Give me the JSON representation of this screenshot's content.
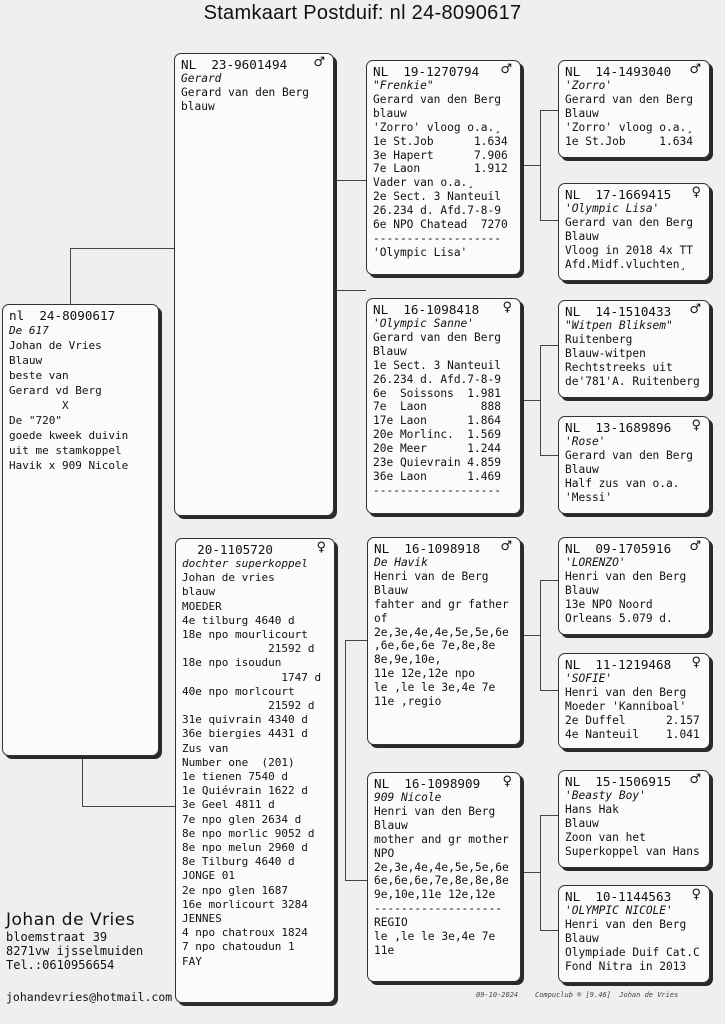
{
  "title": "Stamkaart Postduif: nl  24-8090617",
  "cards": {
    "subject": {
      "head": "nl  24-8090617",
      "sex": "",
      "name": "De 617",
      "lines": [
        "Johan de Vries",
        "Blauw",
        "",
        "beste van",
        "Gerard vd Berg",
        "",
        "        X",
        "",
        "De \"720\"",
        "goede kweek duivin",
        "uit me stamkoppel",
        "Havik x 909 Nicole"
      ]
    },
    "father": {
      "head": "NL  23-9601494",
      "sex": "♂",
      "name": "Gerard",
      "lines": [
        "Gerard van den Berg",
        "blauw"
      ]
    },
    "mother": {
      "head": "  20-1105720",
      "sex": "♀",
      "name": "dochter superkoppel",
      "lines": [
        "Johan de vries",
        "blauw",
        "MOEDER",
        "4e tilburg 4640 d",
        "18e npo mourlicourt",
        "             21592 d",
        "18e npo isoudun",
        "               1747 d",
        "40e npo morlcourt",
        "             21592 d",
        "31e quivrain 4340 d",
        "36e biergies 4431 d",
        "Zus van",
        "Number one  (201)",
        "1e tienen 7540 d",
        "1e Quiévrain 1622 d",
        "3e Geel 4811 d",
        "7e npo glen 2634 d",
        "8e npo morlic 9052 d",
        "8e npo melun 2960 d",
        "8e Tilburg 4640 d",
        "JONGE 01",
        "2e npo glen 1687",
        "16e morlicourt 3284",
        "JENNES",
        "4 npo chatroux 1824",
        "7 npo chatoudun 1",
        "FAY"
      ]
    },
    "ff": {
      "head": "NL  19-1270794",
      "sex": "♂",
      "name": "\"Frenkie\"",
      "lines": [
        "Gerard van den Berg",
        "blauw",
        "'Zorro' vloog o.a.¸",
        "1e St.Job      1.634",
        "3e Hapert      7.906",
        "7e Laon        1.912",
        "Vader van o.a.¸",
        "2e Sect. 3 Nanteuil",
        "26.234 d. Afd.7-8-9",
        "6e NPO Chatead  7270",
        "-------------------",
        "'Olympic Lisa'"
      ]
    },
    "fm": {
      "head": "NL  16-1098418",
      "sex": "♀",
      "name": "'Olympic Sanne'",
      "lines": [
        "Gerard van den Berg",
        "Blauw",
        "1e Sect. 3 Nanteuil",
        "26.234 d. Afd.7-8-9",
        "6e  Soissons  1.981",
        "7e  Laon        888",
        "17e Laon      1.864",
        "20e Morlinc.  1.569",
        "20e Meer      1.244",
        "23e Quievrain 4.859",
        "36e Laon      1.469",
        "-------------------"
      ]
    },
    "mf": {
      "head": "NL  16-1098918",
      "sex": "♂",
      "name": "De Havik",
      "lines": [
        "Henri van de Berg",
        "Blauw",
        "fahter and gr father",
        "of",
        "2e,3e,4e,4e,5e,5e,6e",
        ",6e,6e,6e 7e,8e,8e",
        "8e,9e,10e,",
        "11e 12e,12e npo",
        "",
        "le ,le le 3e,4e 7e",
        "11e ,regio"
      ]
    },
    "mm": {
      "head": "NL  16-1098909",
      "sex": "♀",
      "name": "909 Nicole",
      "lines": [
        "Henri van den Berg",
        "Blauw",
        "mother and gr mother",
        "",
        "NPO",
        "2e,3e,4e,4e,5e,5e,6e",
        "6e,6e,6e,7e,8e,8e,8e",
        "9e,10e,11e 12e,12e",
        "-------------------",
        "REGIO",
        "le ,le le 3e,4e 7e",
        "11e"
      ]
    },
    "fff": {
      "head": "NL  14-1493040",
      "sex": "♂",
      "name": "'Zorro'",
      "lines": [
        "Gerard van den Berg",
        "Blauw",
        "'Zorro' vloog o.a.¸",
        "1e St.Job     1.634"
      ]
    },
    "ffm": {
      "head": "NL  17-1669415",
      "sex": "♀",
      "name": "'Olympic Lisa'",
      "lines": [
        "Gerard van den Berg",
        "Blauw",
        "Vloog in 2018 4x TT",
        "Afd.Midf.vluchten¸"
      ]
    },
    "fmf": {
      "head": "NL  14-1510433",
      "sex": "♂",
      "name": "\"Witpen Bliksem\"",
      "lines": [
        "Ruitenberg",
        "Blauw-witpen",
        "Rechtstreeks uit",
        "de'781'A. Ruitenberg"
      ]
    },
    "fmm": {
      "head": "NL  13-1689896",
      "sex": "♀",
      "name": "'Rose'",
      "lines": [
        "Gerard van den Berg",
        "Blauw",
        "Half zus van o.a.",
        "'Messi'"
      ]
    },
    "mff": {
      "head": "NL  09-1705916",
      "sex": "♂",
      "name": "'LORENZO'",
      "lines": [
        "Henri van den Berg",
        "Blauw",
        "13e NPO Noord",
        "Orleans 5.079 d."
      ]
    },
    "mfm": {
      "head": "NL  11-1219468",
      "sex": "♀",
      "name": "'SOFIE'",
      "lines": [
        "Henri van den Berg",
        "Moeder 'Kanniboal'",
        "2e Duffel      2.157",
        "4e Nanteuil    1.041"
      ]
    },
    "mmf": {
      "head": "NL  15-1506915",
      "sex": "♂",
      "name": "'Beasty Boy'",
      "lines": [
        "Hans Hak",
        "Blauw",
        "Zoon van het",
        "Superkoppel van Hans"
      ]
    },
    "mmm": {
      "head": "NL  10-1144563",
      "sex": "♀",
      "name": "'OLYMPIC NICOLE'",
      "lines": [
        "Henri van den Berg",
        "Blauw",
        "Olympiade Duif Cat.C",
        "Fond Nitra in 2013"
      ]
    }
  },
  "owner": {
    "name": "Johan de Vries",
    "street": "bloemstraat 39",
    "city": "8271vw  ijsselmuiden",
    "tel": "Tel.:0610956654",
    "email": "johandevries@hotmail.com"
  },
  "footer": "09-10-2024    Compuclub ® [9.46]  Johan de Vries"
}
